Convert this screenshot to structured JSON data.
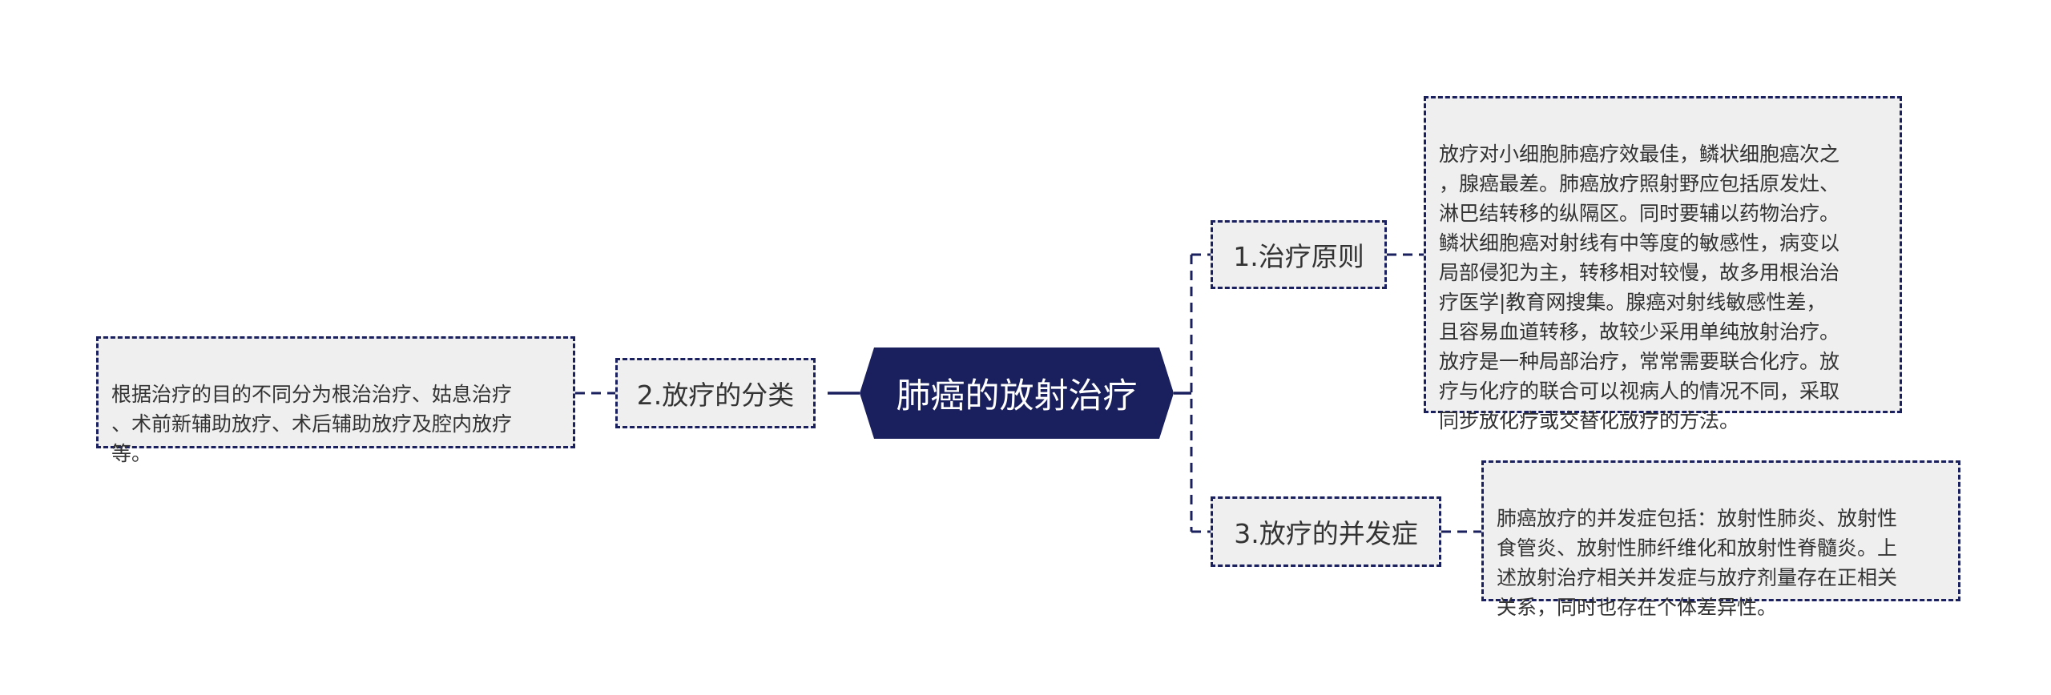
{
  "root": {
    "label": "肺癌的放射治疗"
  },
  "branches": [
    {
      "title": "1.治疗原则",
      "detail": "放疗对小细胞肺癌疗效最佳，鳞状细胞癌次之\n，腺癌最差。肺癌放疗照射野应包括原发灶、\n淋巴结转移的纵隔区。同时要辅以药物治疗。\n鳞状细胞癌对射线有中等度的敏感性，病变以\n局部侵犯为主，转移相对较慢，故多用根治治\n疗医学|教育网搜集。腺癌对射线敏感性差，\n且容易血道转移，故较少采用单纯放射治疗。\n放疗是一种局部治疗，常常需要联合化疗。放\n疗与化疗的联合可以视病人的情况不同，采取\n同步放化疗或交替化放疗的方法。"
    },
    {
      "title": "2.放疗的分类",
      "detail": "根据治疗的目的不同分为根治治疗、姑息治疗\n、术前新辅助放疗、术后辅助放疗及腔内放疗\n等。"
    },
    {
      "title": "3.放疗的并发症",
      "detail": "肺癌放疗的并发症包括：放射性肺炎、放射性\n食管炎、放射性肺纤维化和放射性脊髓炎。上\n述放射治疗相关并发症与放疗剂量存在正相关\n关系，同时也存在个体差异性。"
    }
  ],
  "colors": {
    "root_fill": "#1a1f5e",
    "root_text": "#ffffff",
    "box_fill": "#efefef",
    "border": "#1a1f5e",
    "text": "#333333"
  }
}
